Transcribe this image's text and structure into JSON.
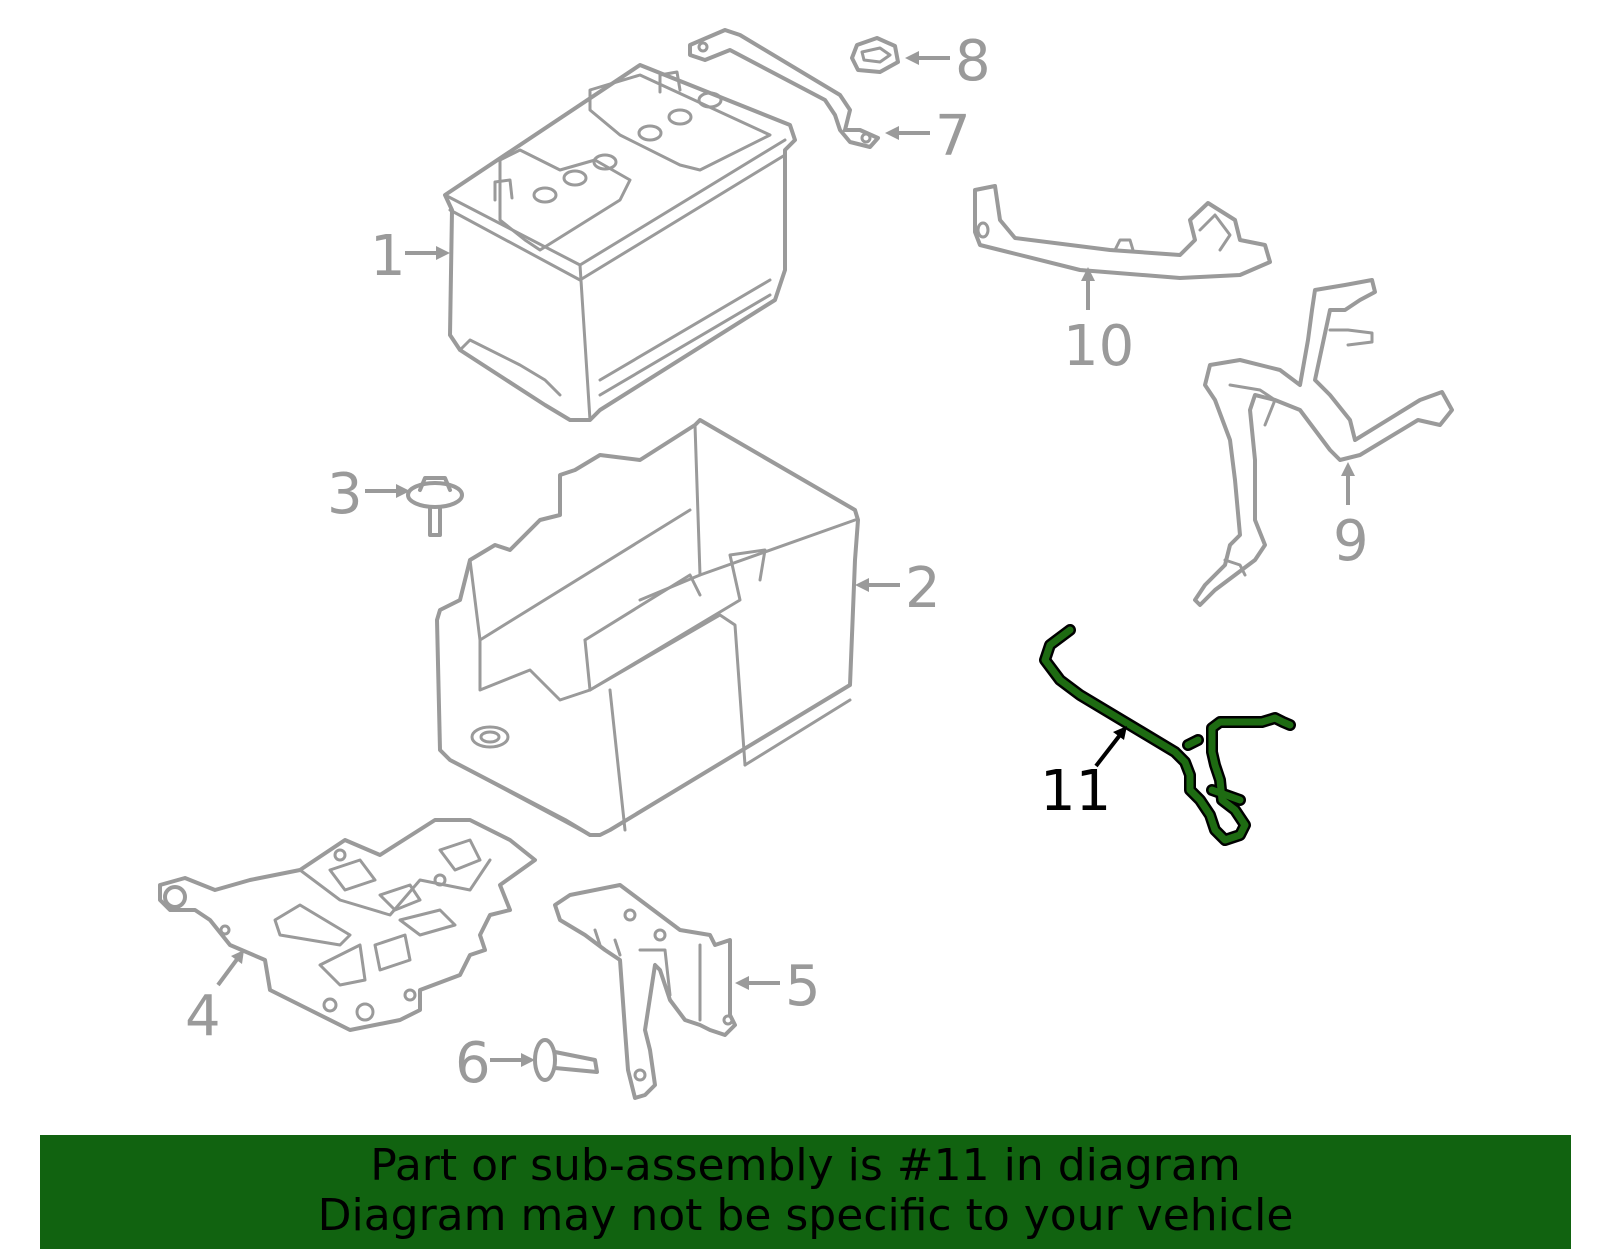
{
  "callouts": {
    "c1": "1",
    "c2": "2",
    "c3": "3",
    "c4": "4",
    "c5": "5",
    "c6": "6",
    "c7": "7",
    "c8": "8",
    "c9": "9",
    "c10": "10",
    "c11": "11"
  },
  "highlighted_part": "11",
  "colors": {
    "highlight": "#1e6b12",
    "banner": "#116310",
    "line_art": "#9a9a9a"
  },
  "banner": {
    "line1": "Part or sub-assembly is #11 in diagram",
    "line2": "Diagram may not be specific to your vehicle"
  }
}
